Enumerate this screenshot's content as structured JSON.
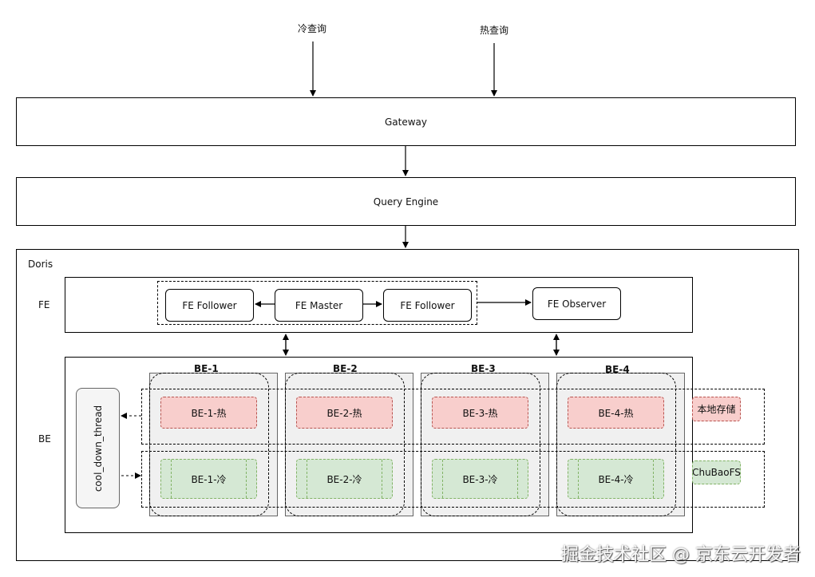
{
  "queries": {
    "cold": "冷查询",
    "hot": "热查询"
  },
  "gateway": "Gateway",
  "query_engine": "Query Engine",
  "doris": {
    "title": "Doris",
    "fe_label": "FE",
    "be_label": "BE",
    "fe_nodes": {
      "follower_left": "FE Follower",
      "master": "FE Master",
      "follower_right": "FE Follower",
      "observer": "FE Observer"
    },
    "cool_down_thread": "cool_down_thread",
    "be_columns": [
      {
        "title": "BE-1",
        "hot": "BE-1-热",
        "cold": "BE-1-冷"
      },
      {
        "title": "BE-2",
        "hot": "BE-2-热",
        "cold": "BE-2-冷"
      },
      {
        "title": "BE-3",
        "hot": "BE-3-热",
        "cold": "BE-3-冷"
      },
      {
        "title": "BE-4",
        "hot": "BE-4-热",
        "cold": "BE-4-冷"
      }
    ],
    "storage": {
      "local": "本地存储",
      "chubaofs": "ChuBaoFS"
    }
  },
  "watermark": "掘金技术社区 @ 京东云开发者",
  "colors": {
    "hot_fill": "#f8cecc",
    "cold_fill": "#d5e8d4",
    "be_column_fill": "#f0f0f0"
  }
}
